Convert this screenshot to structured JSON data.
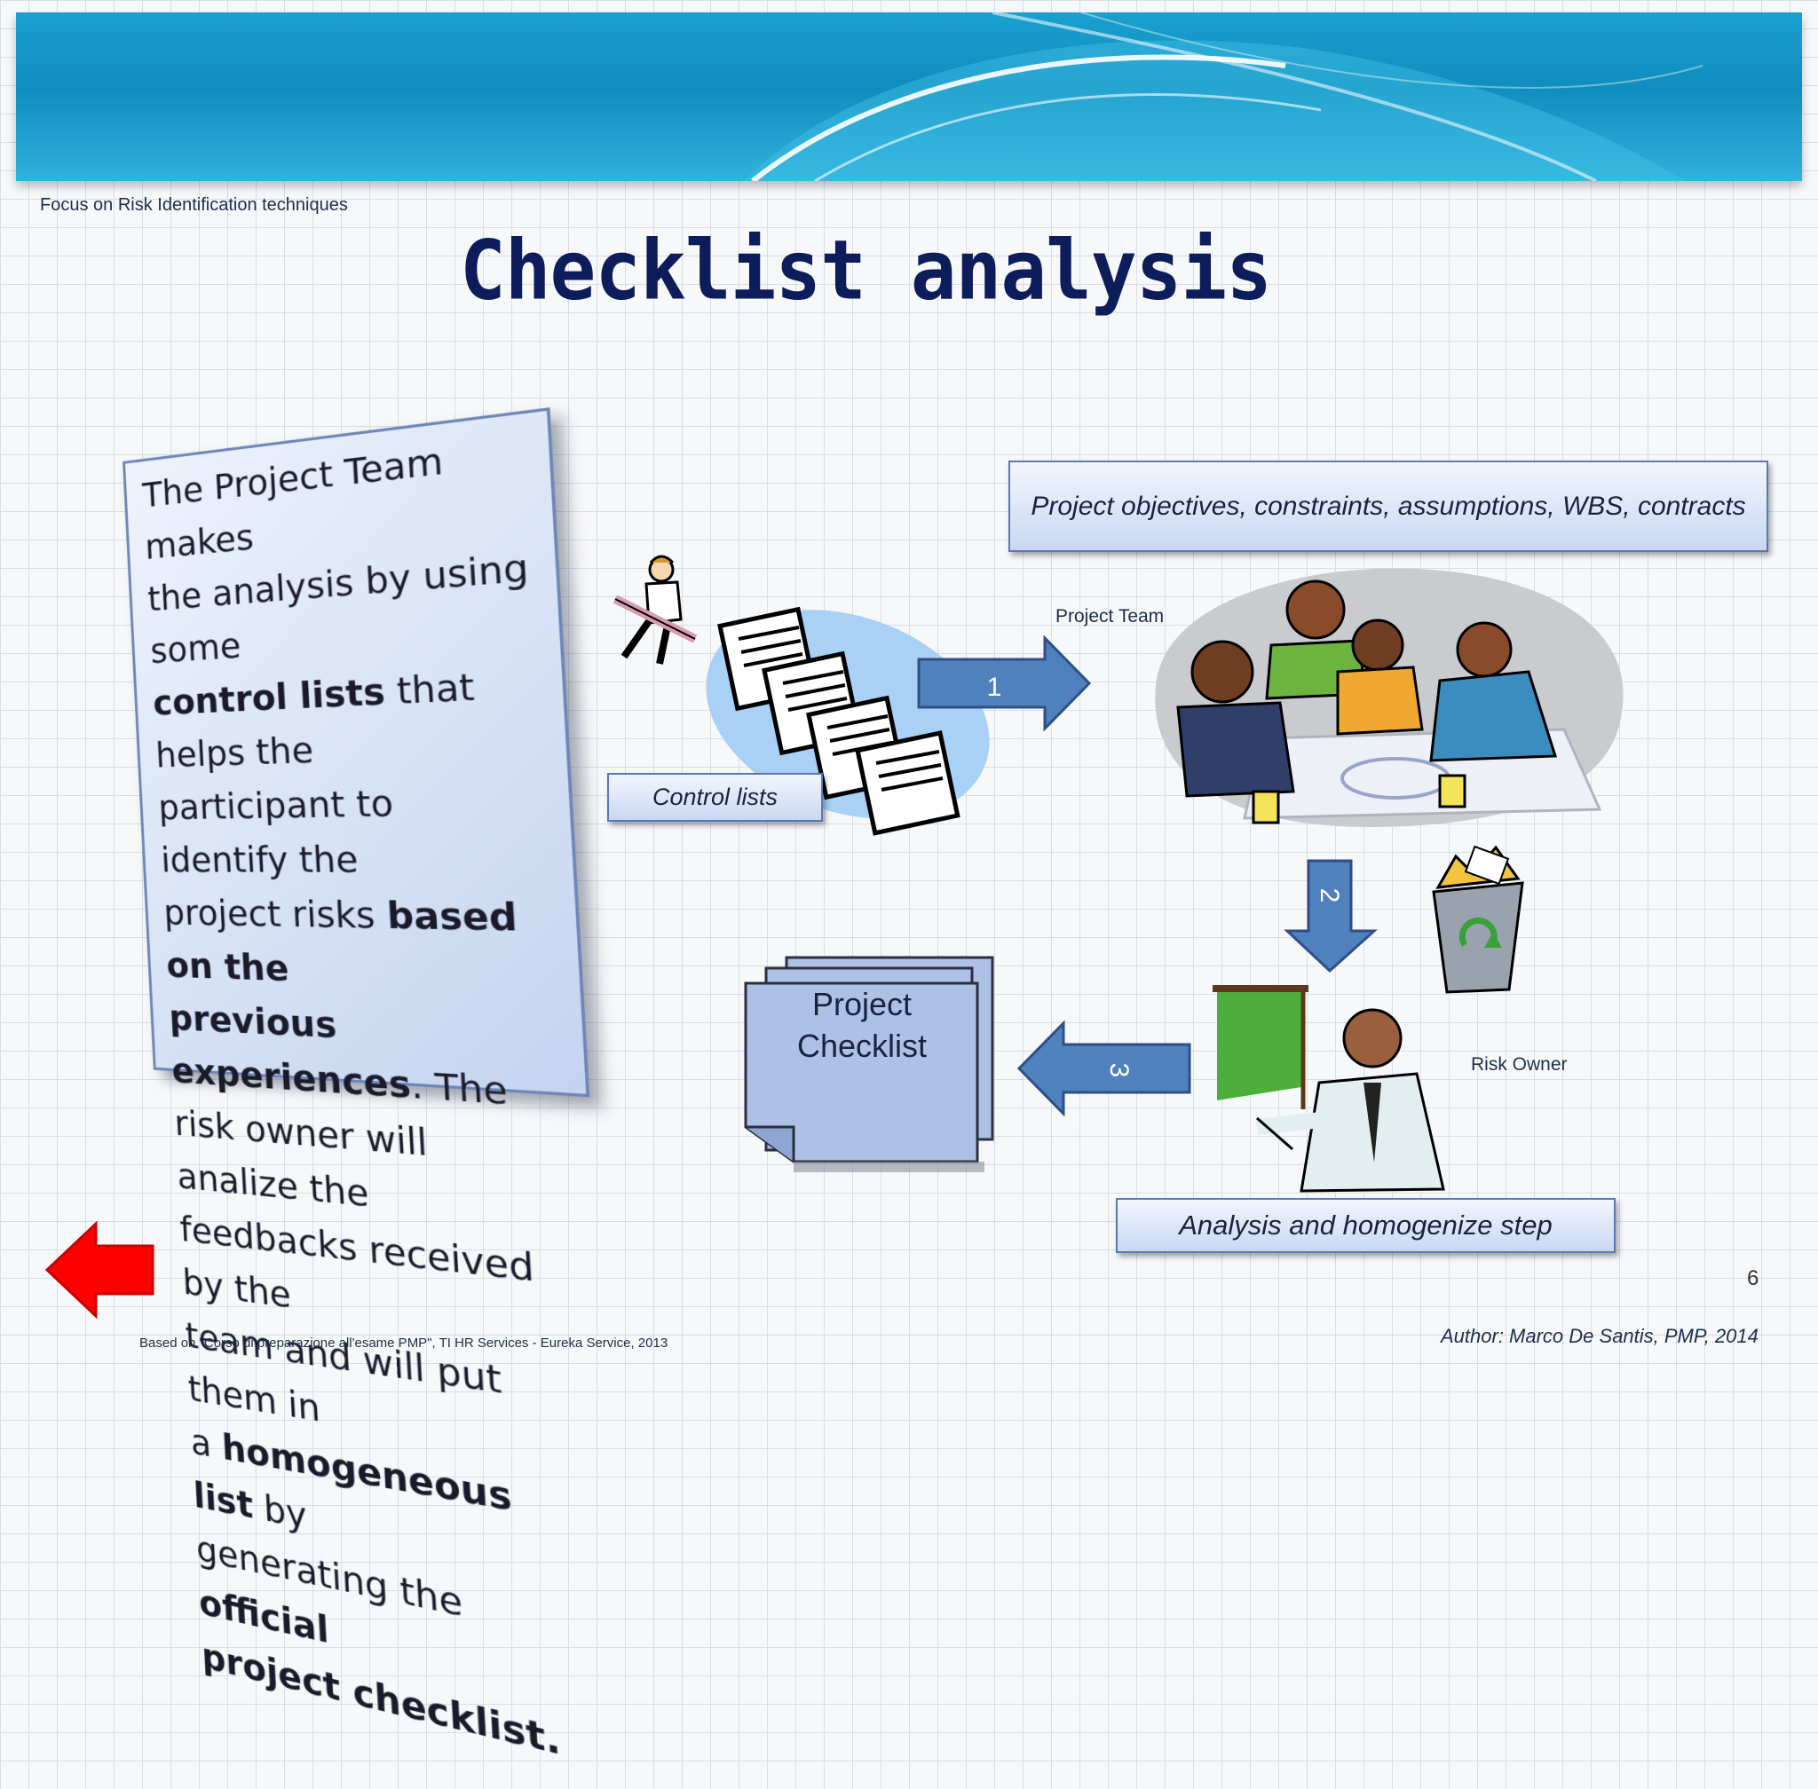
{
  "header": {
    "section_label": "Focus on Risk Identification techniques",
    "title": "Checklist analysis"
  },
  "note": {
    "line1": "The Project Team makes",
    "line2": "the analysis by using some",
    "line3_bold": "control lists",
    "line3_rest": " that helps the",
    "line4": "participant to identify the",
    "line5_pre": "project risks ",
    "line5_bold": "based on the",
    "line6_bold": "previous experiences",
    "line6_rest": ". The",
    "line7": "risk owner will analize the",
    "line8": "feedbacks received by the",
    "line9": "team and will put them in",
    "line10_pre": "a ",
    "line10_bold": "homogeneous list",
    "line10_rest": " by",
    "line11_pre": "generating the ",
    "line11_bold": "official",
    "line12_bold": "project checklist."
  },
  "diagram": {
    "objectives": "Project objectives, constraints, assumptions, WBS, contracts",
    "control_lists": "Control lists",
    "project_team": "Project Team",
    "risk_owner": "Risk Owner",
    "project_checklist_line1": "Project",
    "project_checklist_line2": "Checklist",
    "analysis_step": "Analysis and homogenize step",
    "step1": "1",
    "step2": "2",
    "step3": "3"
  },
  "footer": {
    "page_number": "6",
    "source": "Based on  \"Corso di preparazione all'esame PMP\", TI HR Services - Eureka Service, 2013",
    "author": "Author: Marco De Santis, PMP, 2014"
  },
  "colors": {
    "banner": "#1aa0cf",
    "title": "#0d1c5a",
    "arrow_blue": "#4f81bd",
    "back_arrow": "#ff0000"
  }
}
